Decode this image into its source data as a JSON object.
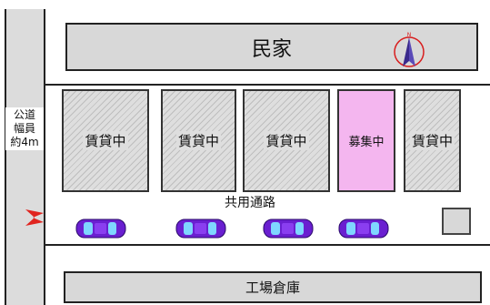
{
  "road": {
    "label": "公道\n幅員\n約4m"
  },
  "house": {
    "label": "民家"
  },
  "units": [
    {
      "label": "賃貸中",
      "status": "occupied"
    },
    {
      "label": "賃貸中",
      "status": "occupied"
    },
    {
      "label": "賃貸中",
      "status": "occupied"
    },
    {
      "label": "募集中",
      "status": "vacant"
    },
    {
      "label": "賃貸中",
      "status": "occupied"
    }
  ],
  "passage": {
    "label": "共用通路"
  },
  "factory": {
    "label": "工場倉庫"
  },
  "compass": {
    "letter": "N"
  },
  "colors": {
    "vacant": "#f4b6ef",
    "car_body": "#6a1fd0",
    "car_glass": "#7fd6ff",
    "compass": "#d81e1e",
    "entrance": "#e0241f"
  },
  "icons": {
    "compass": "north-arrow-icon",
    "entrance": "entrance-arrow-icon",
    "car": "car-icon"
  }
}
